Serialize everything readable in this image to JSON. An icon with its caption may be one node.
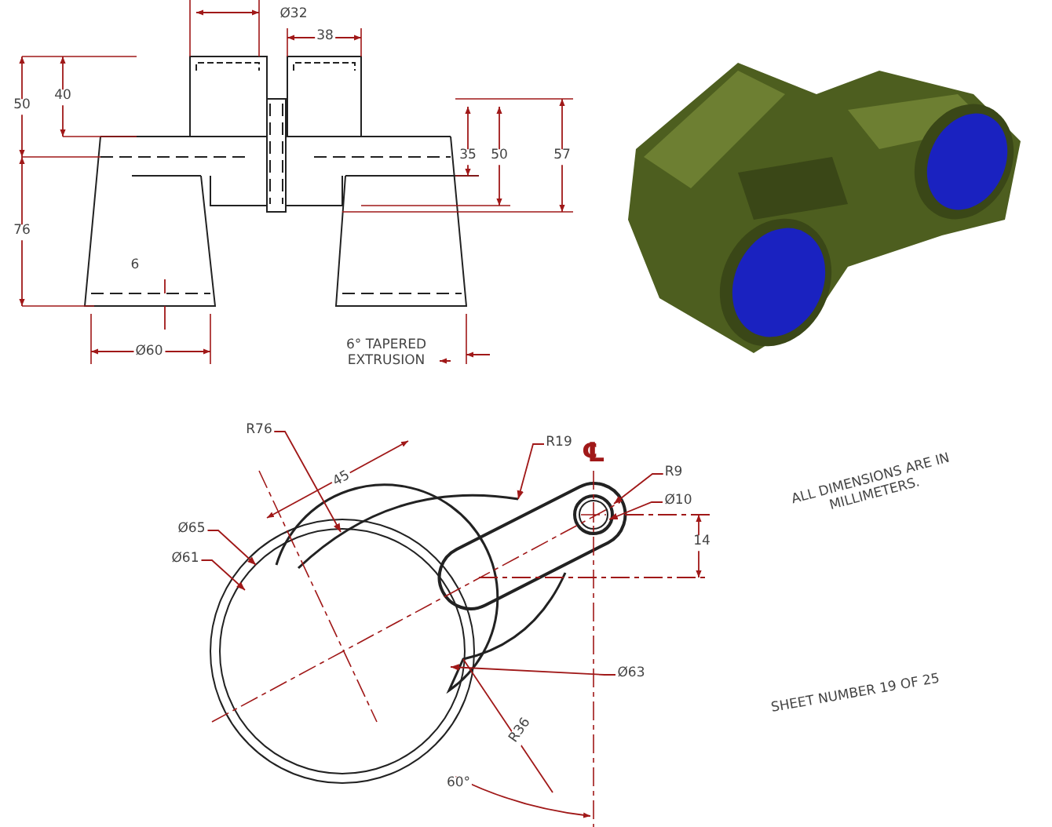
{
  "diagram": {
    "nodes": [
      {
        "text": [
          "R76"
        ]
      },
      {
        "text": [
          "R19"
        ]
      },
      {
        "text": [
          "R9"
        ]
      },
      {
        "text": [
          "Ø10"
        ]
      },
      {
        "text": [
          "Ø65"
        ]
      },
      {
        "text": [
          "Ø61"
        ]
      },
      {
        "text": [
          "Ø63"
        ]
      }
    ],
    "edges": [
      {
        "from": 0,
        "to": null,
        "arrow": "to"
      },
      {
        "from": 1,
        "to": null,
        "arrow": "to"
      },
      {
        "from": 2,
        "to": null,
        "arrow": "to"
      },
      {
        "from": 3,
        "to": null,
        "arrow": "to"
      },
      {
        "from": 4,
        "to": null,
        "arrow": "to"
      },
      {
        "from": 5,
        "to": null,
        "arrow": "to"
      },
      {
        "from": 6,
        "to": null,
        "arrow": "to"
      }
    ],
    "labels": [
      "Ø32",
      "38",
      "50",
      "40",
      "35",
      "50",
      "57",
      "76",
      "6",
      "Ø60",
      "6° TAPERED EXTRUSION",
      "℄",
      "45",
      "14",
      "ALL DIMENSIONS ARE IN MILLIMETERS.",
      "R36",
      "SHEET NUMBER 19 OF 25",
      "60°"
    ]
  }
}
